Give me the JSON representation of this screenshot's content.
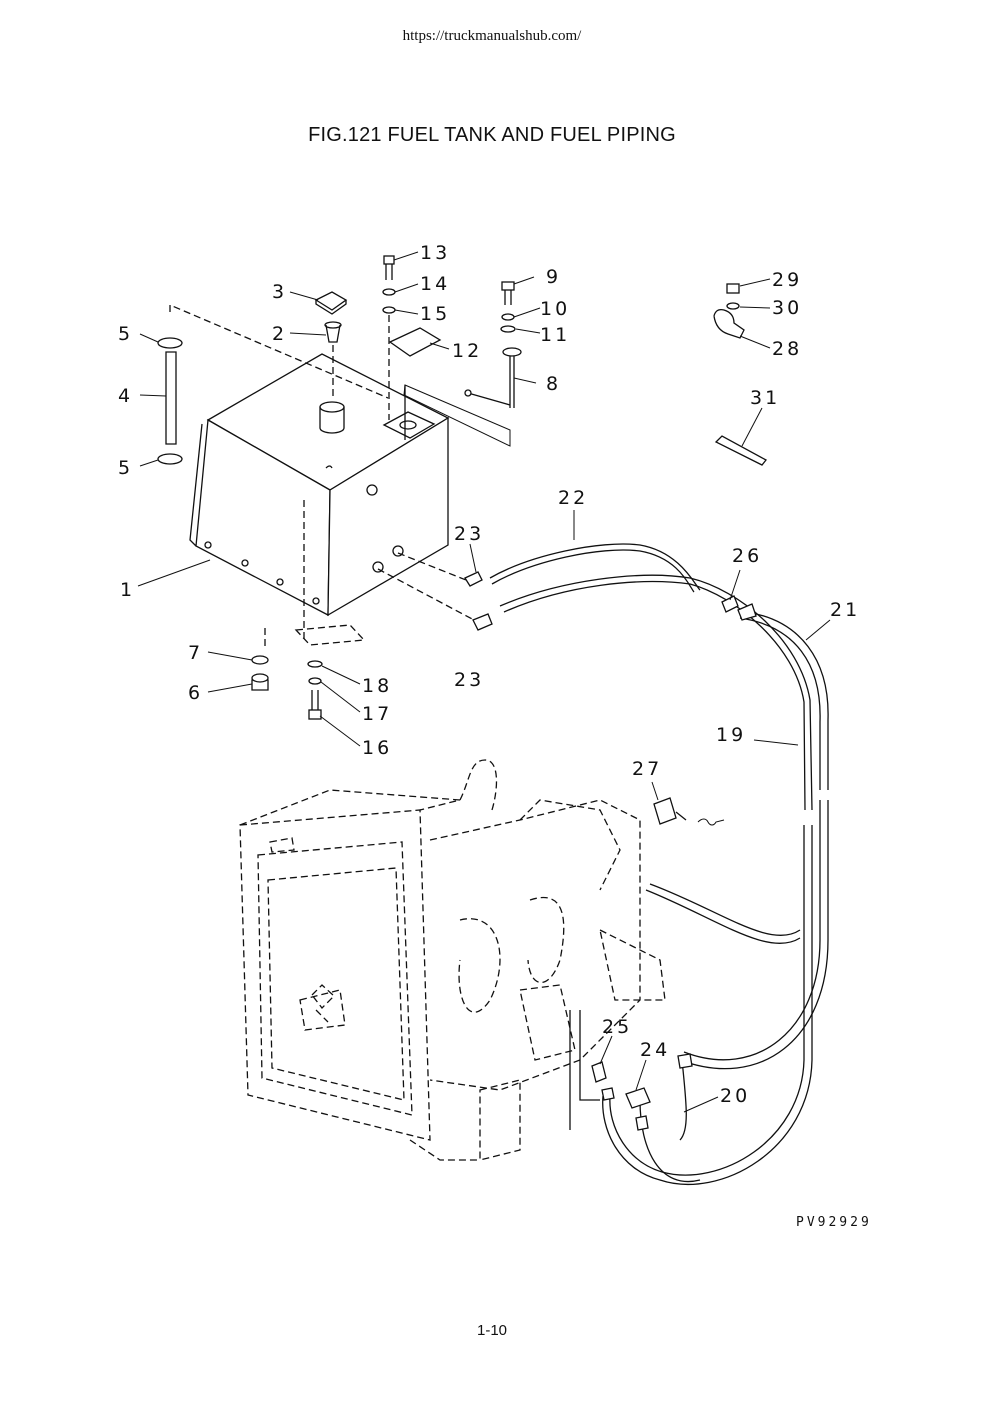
{
  "header": {
    "url": "https://truckmanualshub.com/"
  },
  "figure": {
    "title": "FIG.121 FUEL TANK AND FUEL PIPING",
    "drawing_code": "PV92929",
    "callouts": [
      "1",
      "2",
      "3",
      "4",
      "5",
      "5",
      "6",
      "7",
      "8",
      "9",
      "10",
      "11",
      "12",
      "13",
      "14",
      "15",
      "16",
      "17",
      "18",
      "19",
      "20",
      "21",
      "22",
      "23",
      "23",
      "24",
      "25",
      "26",
      "27",
      "28",
      "29",
      "30",
      "31"
    ]
  },
  "footer": {
    "page_number": "1-10"
  }
}
